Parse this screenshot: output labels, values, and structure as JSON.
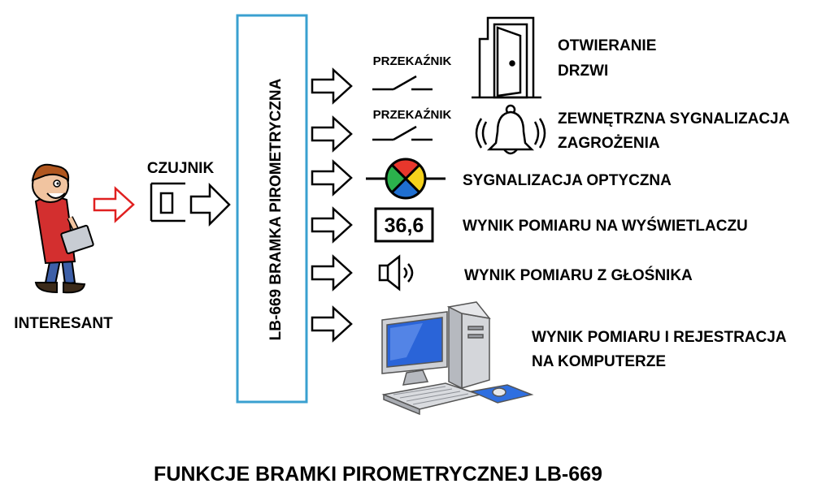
{
  "title": "FUNKCJE BRAMKI PIROMETRYCZNEJ LB-669",
  "person_label": "INTERESANT",
  "sensor_label": "CZUJNIK",
  "device_label": "LB-669 BRAMKA PIROMETRYCZNA",
  "relay_labels": [
    "PRZEKAŹNIK",
    "PRZEKAŹNIK"
  ],
  "display_value": "36,6",
  "outputs": [
    {
      "lines": [
        "OTWIERANIE",
        "DRZWI"
      ],
      "icon": "door-icon"
    },
    {
      "lines": [
        "ZEWNĘTRZNA SYGNALIZACJA",
        "ZAGROŻENIA"
      ],
      "icon": "bell-icon"
    },
    {
      "lines": [
        "SYGNALIZACJA OPTYCZNA"
      ],
      "icon": "signal-lamp-icon"
    },
    {
      "lines": [
        "WYNIK POMIARU NA WYŚWIETLACZU"
      ],
      "icon": "display-icon"
    },
    {
      "lines": [
        "WYNIK POMIARU Z GŁOŚNIKA"
      ],
      "icon": "speaker-icon"
    },
    {
      "lines": [
        "WYNIK POMIARU I REJESTRACJA",
        "NA KOMPUTERZE"
      ],
      "icon": "computer-icon"
    }
  ],
  "colors": {
    "device_border": "#3aa0d0",
    "person_arrow": "#e02020",
    "lamp_red": "#e8372c",
    "lamp_green": "#2bb24c",
    "lamp_blue": "#1f6fd1",
    "lamp_yellow": "#f5d21b",
    "screen_blue": "#2a64d8"
  }
}
